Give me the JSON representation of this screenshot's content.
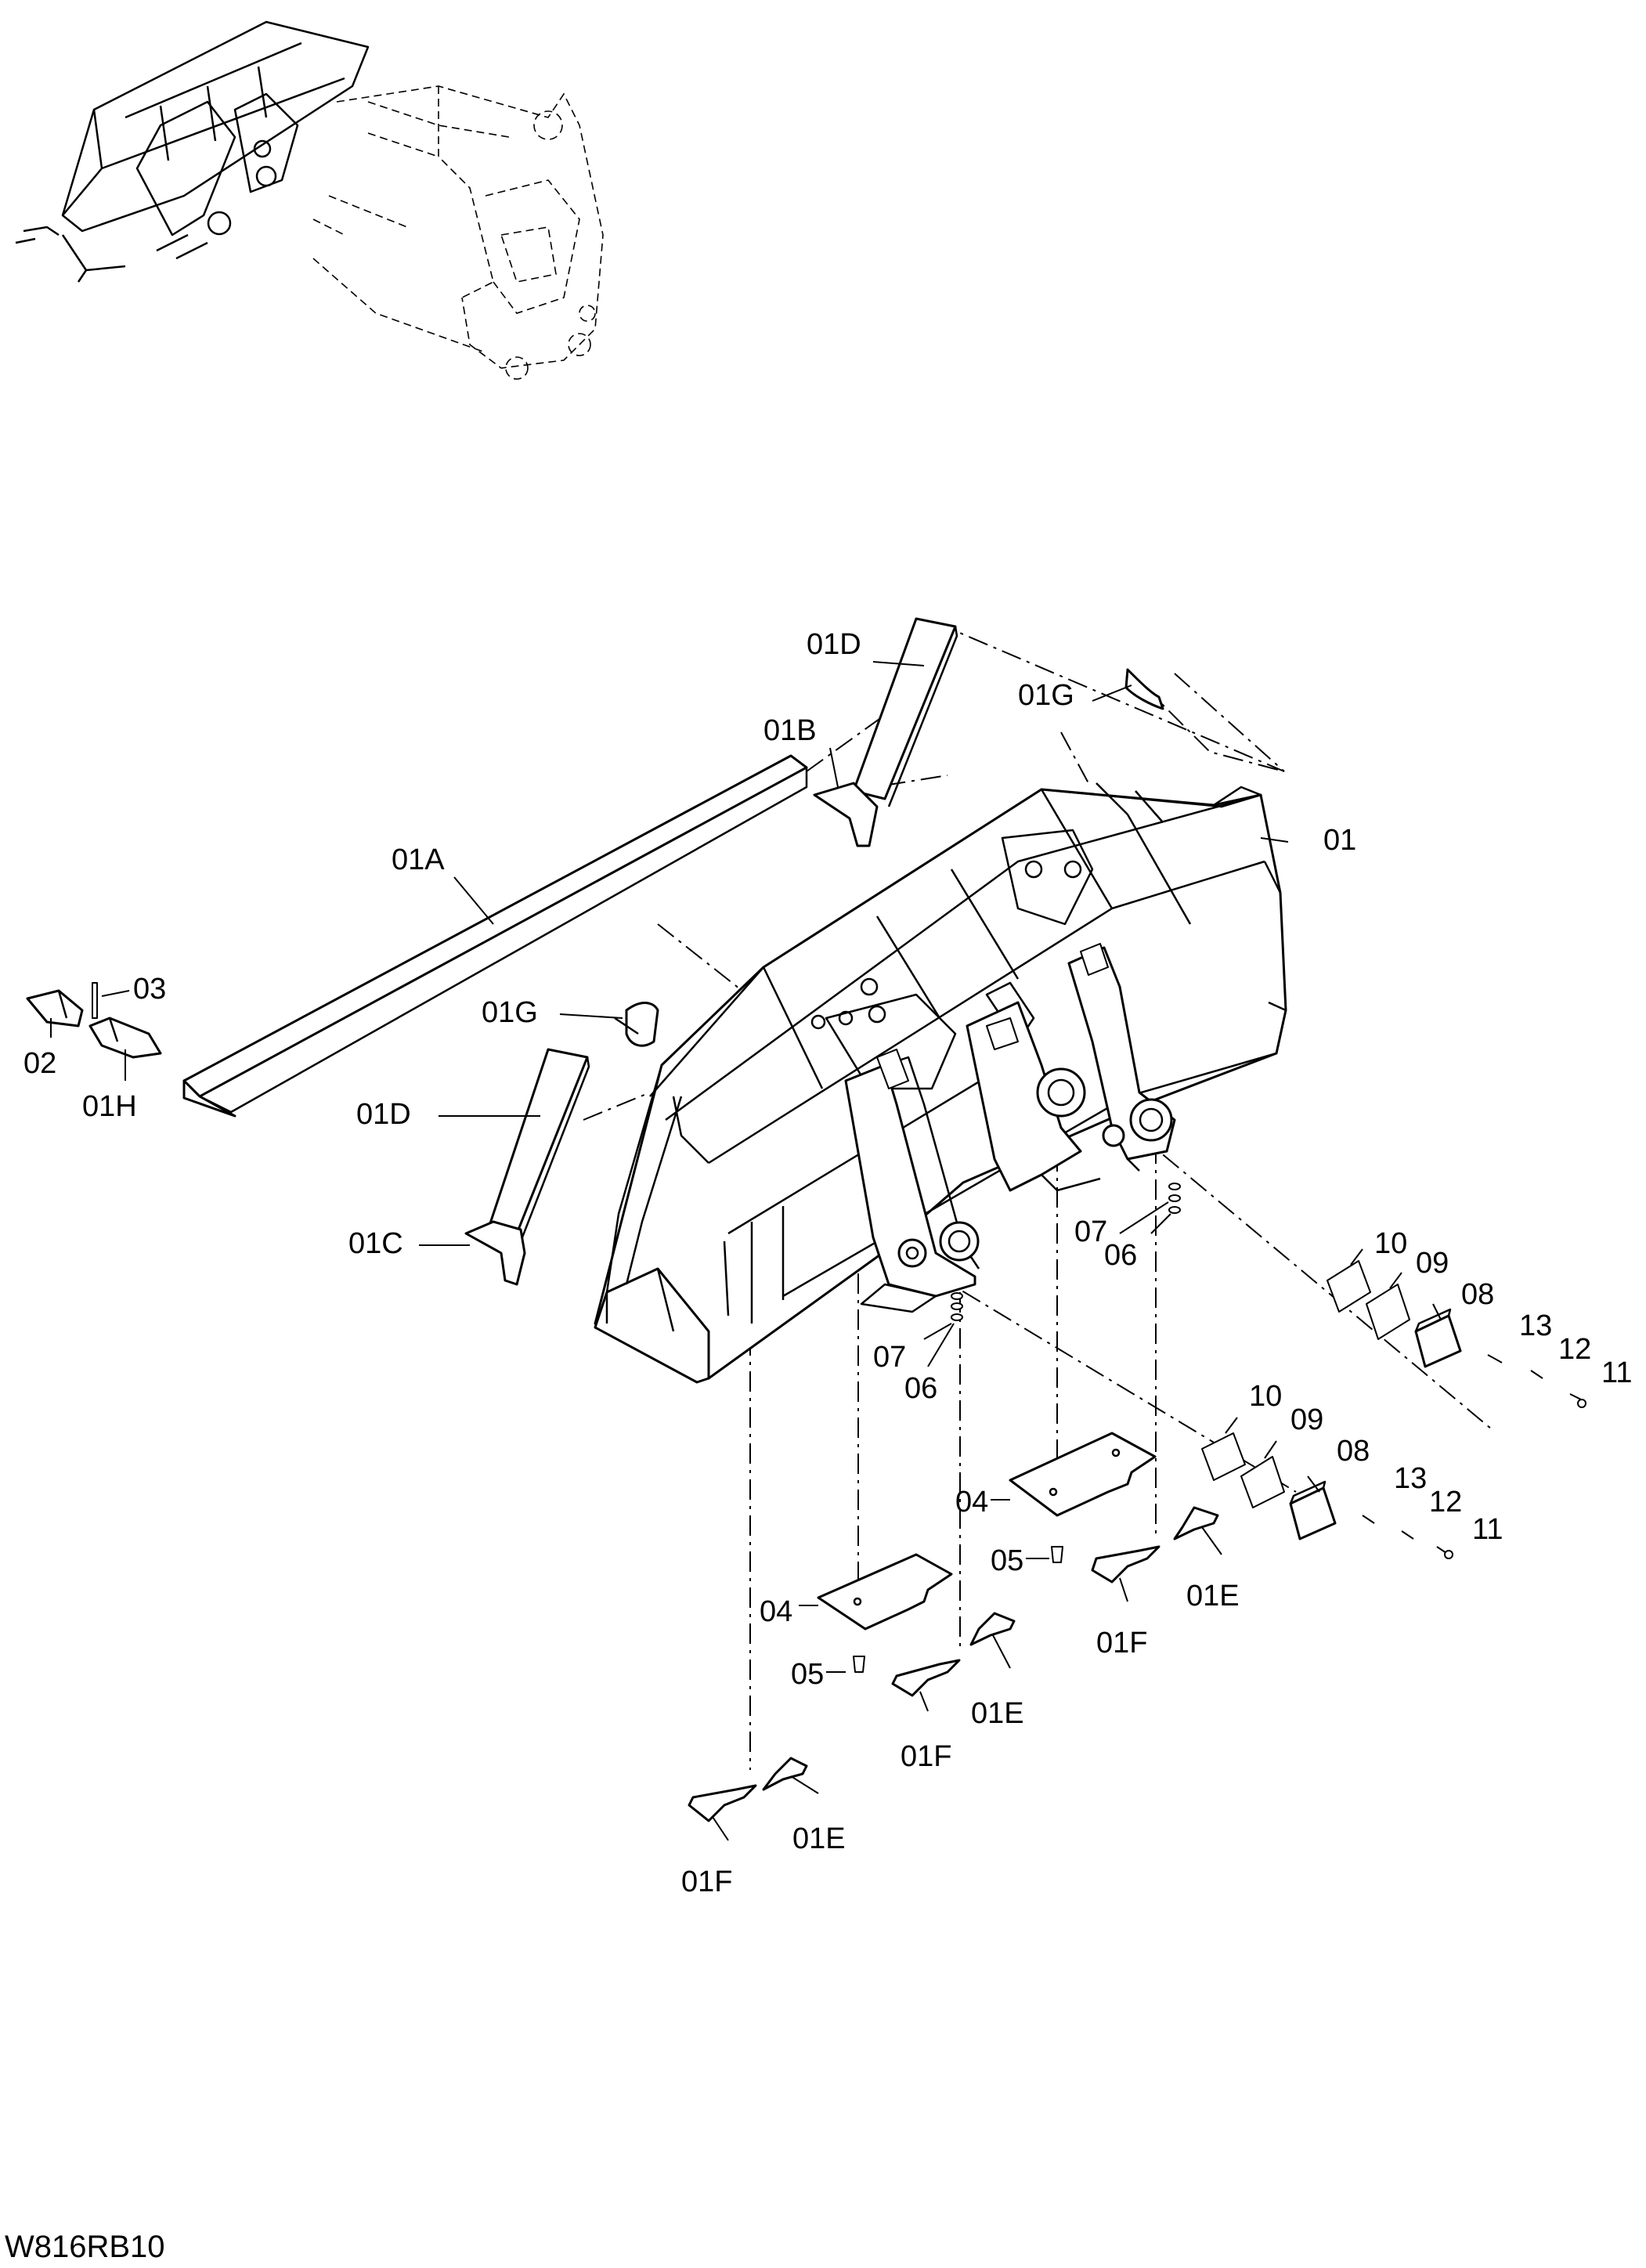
{
  "drawing_code": "W816RB10",
  "callouts": {
    "c01": "01",
    "c01a": "01A",
    "c01b": "01B",
    "c01c": "01C",
    "c01d_top": "01D",
    "c01d_left": "01D",
    "c01e_a": "01E",
    "c01e_b": "01E",
    "c01e_c": "01E",
    "c01f_a": "01F",
    "c01f_b": "01F",
    "c01f_c": "01F",
    "c01g_top": "01G",
    "c01g_left": "01G",
    "c01h": "01H",
    "c02": "02",
    "c03": "03",
    "c04_a": "04",
    "c04_b": "04",
    "c05_a": "05",
    "c05_b": "05",
    "c06_a": "06",
    "c06_b": "06",
    "c07_a": "07",
    "c07_b": "07",
    "c08_a": "08",
    "c08_b": "08",
    "c09_a": "09",
    "c09_b": "09",
    "c10_a": "10",
    "c10_b": "10",
    "c11_a": "11",
    "c11_b": "11",
    "c12_a": "12",
    "c12_b": "12",
    "c13_a": "13",
    "c13_b": "13"
  }
}
